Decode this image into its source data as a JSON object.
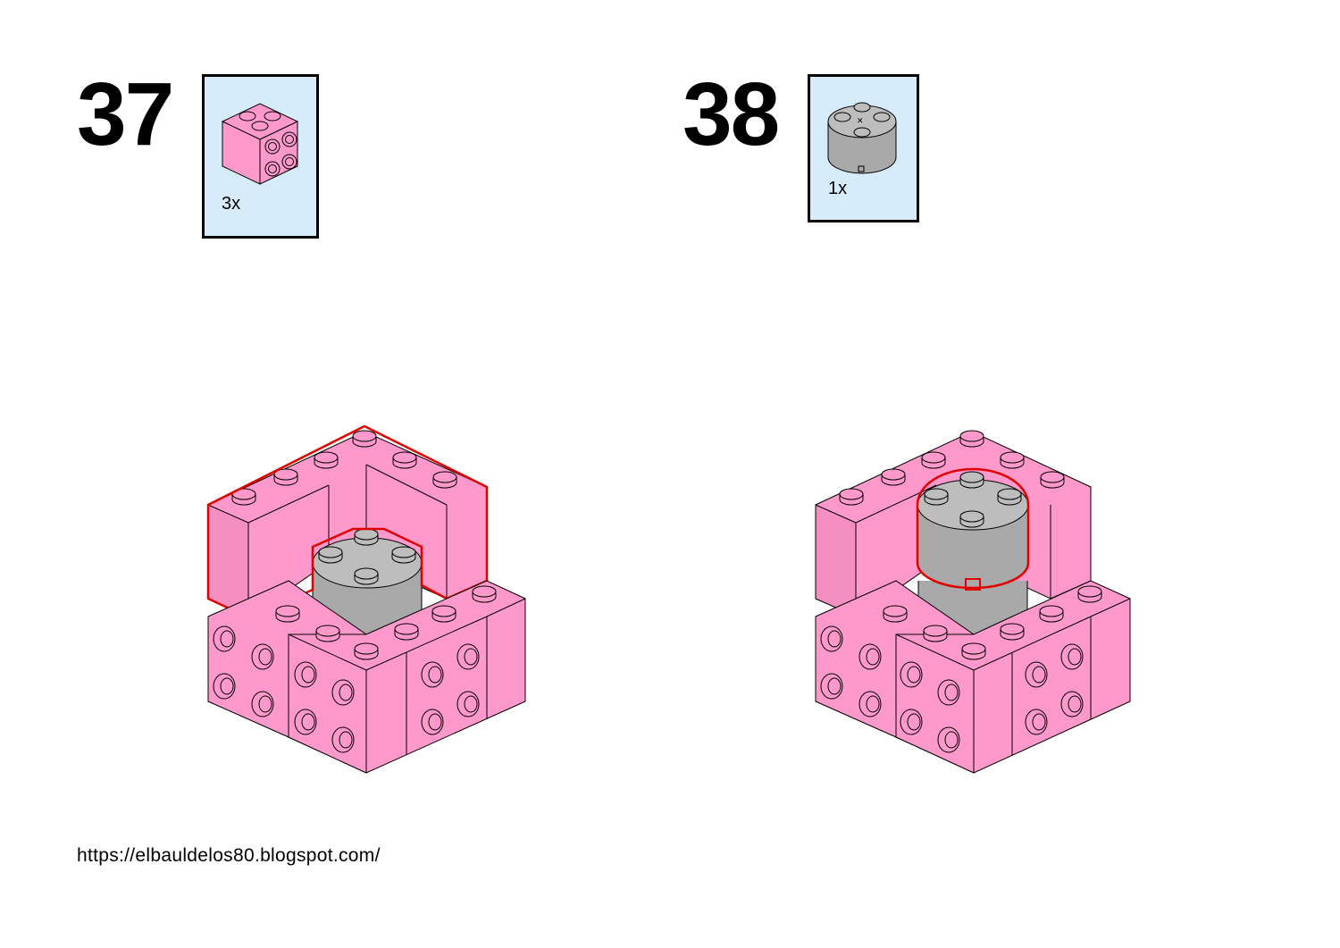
{
  "steps": [
    {
      "number": "37",
      "part": {
        "name": "pink-brick-with-side-studs-icon",
        "quantity": "3x",
        "color": "#ff99cc"
      }
    },
    {
      "number": "38",
      "part": {
        "name": "gray-round-brick-2x2-icon",
        "quantity": "1x",
        "color": "#a8a8a8"
      }
    }
  ],
  "footer": {
    "url": "https://elbauldelos80.blogspot.com/"
  },
  "colors": {
    "pink": "#ff99cc",
    "pink_side": "#f58fc2",
    "gray": "#a9a9a9",
    "gray_top": "#bdbdbd",
    "highlight": "#e00000",
    "callout_bg": "#d7ecfb"
  }
}
